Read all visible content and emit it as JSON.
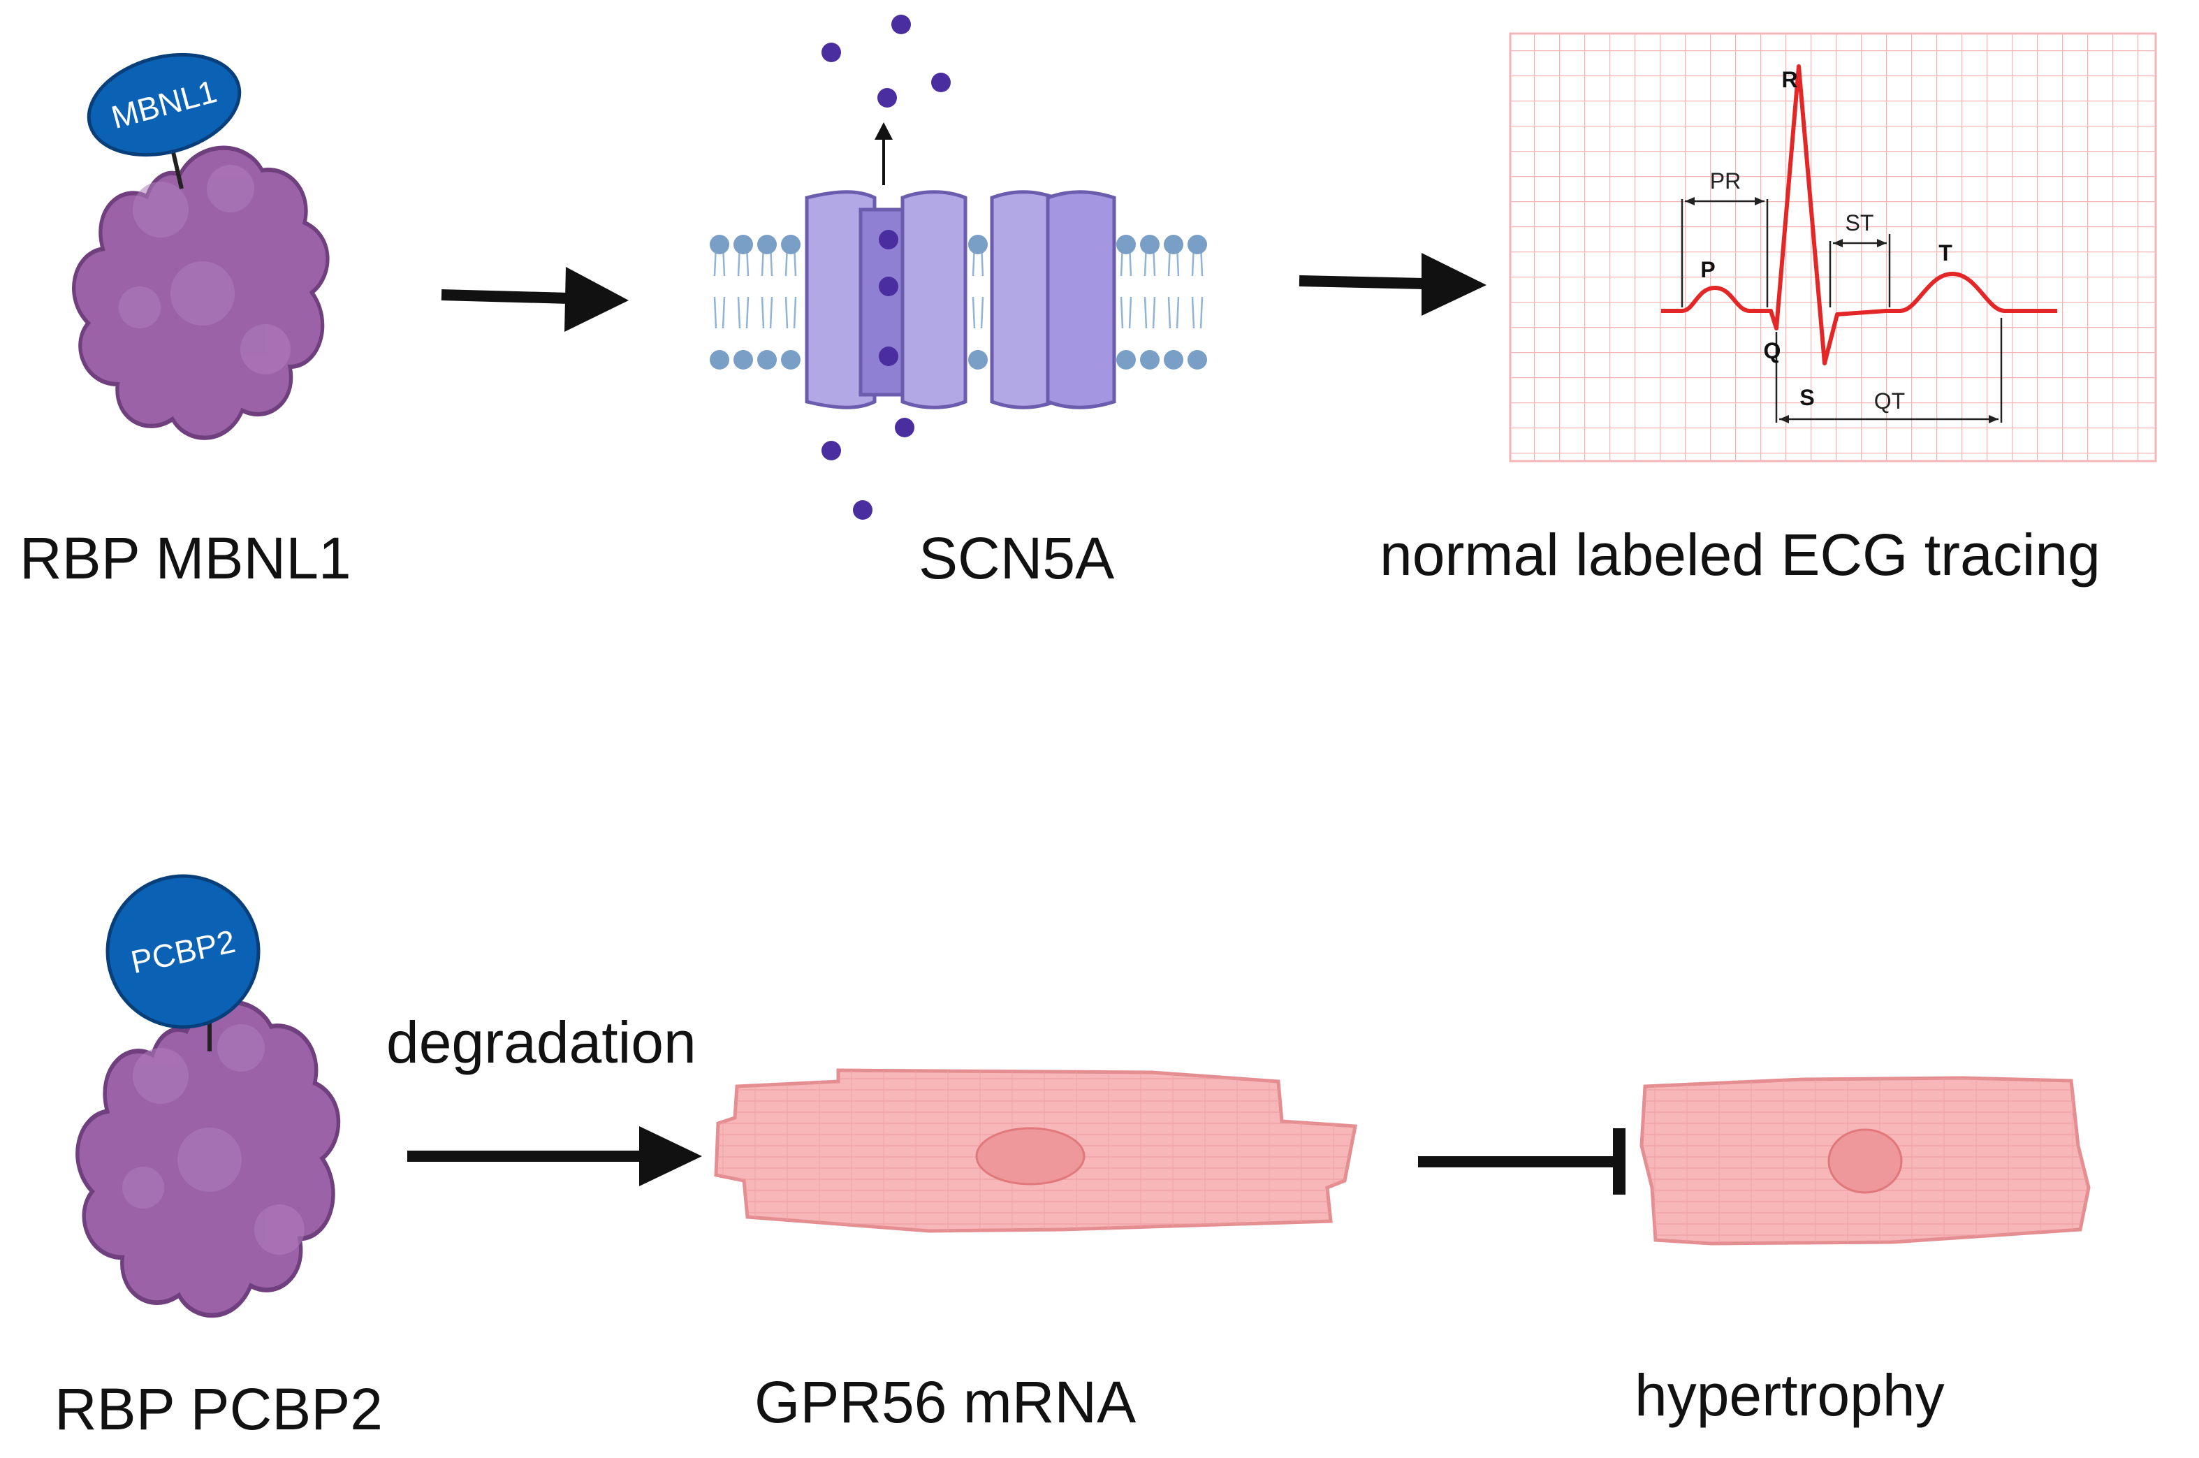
{
  "row1": {
    "protein_tag": "MBNL1",
    "protein_label": "RBP MBNL1",
    "channel_label": "SCN5A",
    "ecg_label": "normal labeled ECG tracing",
    "ecg": {
      "wave_p": "P",
      "wave_q": "Q",
      "wave_r": "R",
      "wave_s": "S",
      "wave_t": "T",
      "interval_pr": "PR",
      "interval_st": "ST",
      "interval_qt": "QT"
    }
  },
  "row2": {
    "protein_tag": "PCBP2",
    "protein_label": "RBP PCBP2",
    "arrow_label": "degradation",
    "cell1_label": "GPR56 mRNA",
    "cell2_label": "hypertrophy"
  },
  "colors": {
    "protein": "#9b62a8",
    "protein_outline": "#6f3f7e",
    "tag": "#0b62b4",
    "channel": "#a99ae0",
    "ion": "#4a2ea0",
    "membrane": "#7a9fc6",
    "ecg_grid": "#f3b5b5",
    "ecg_trace": "#e32626",
    "cell": "#f7b7b9",
    "arrow": "#111111"
  }
}
